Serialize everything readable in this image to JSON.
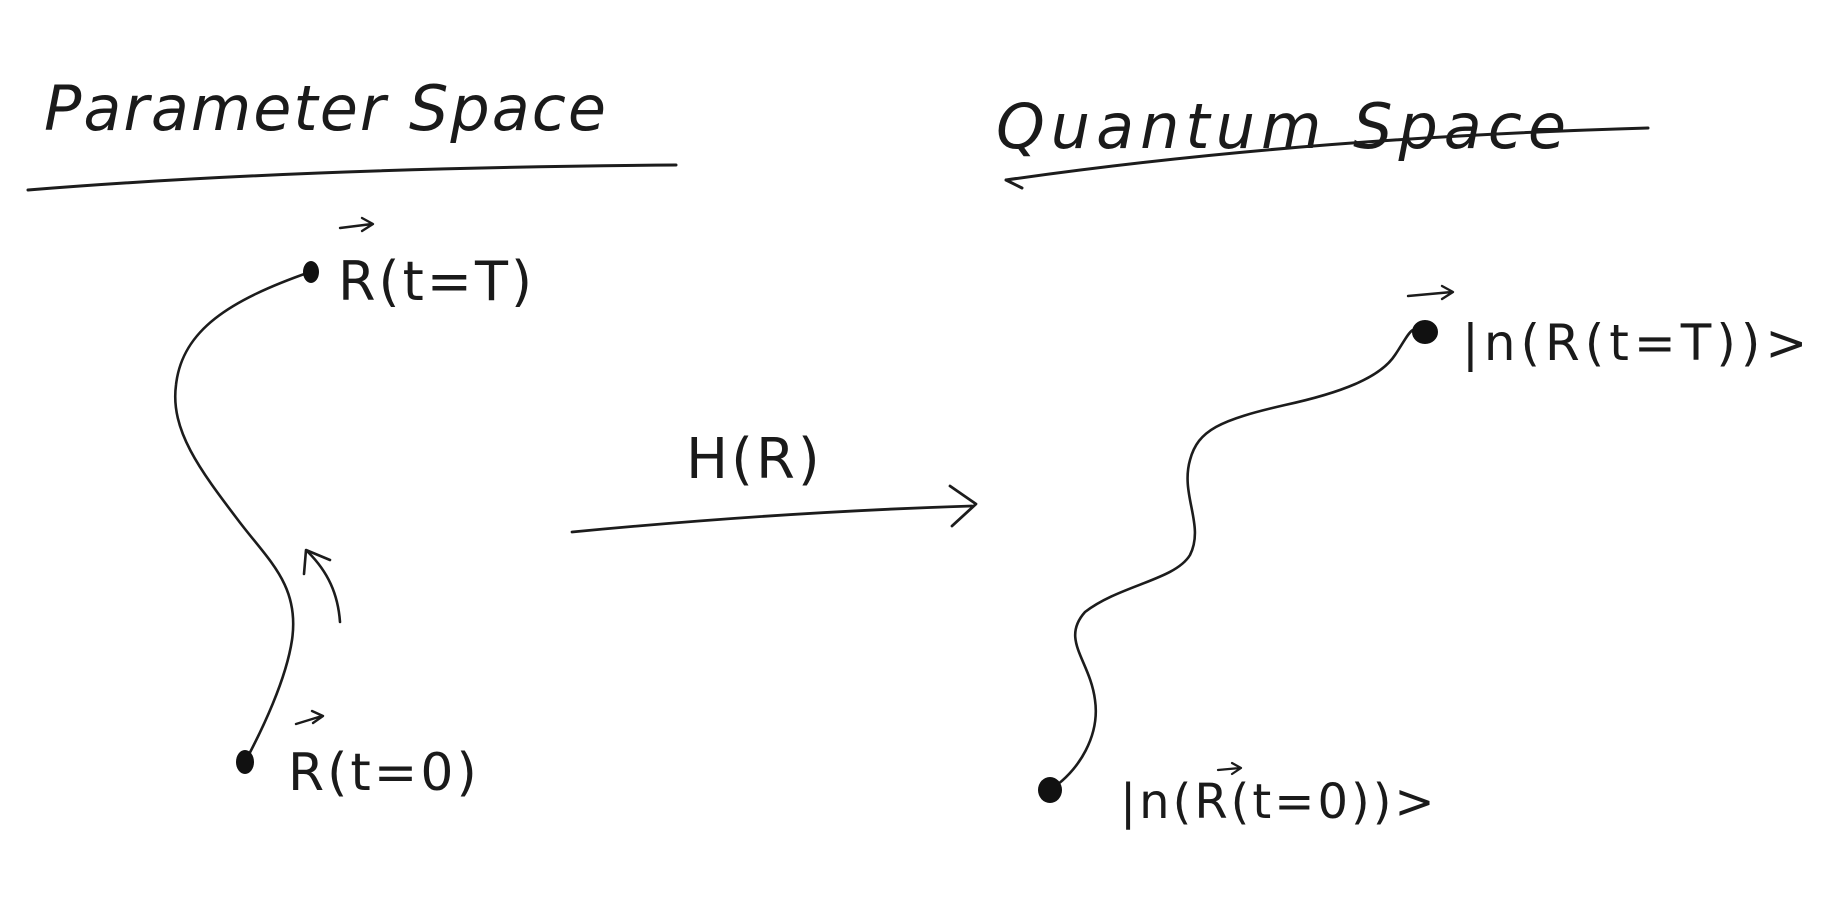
{
  "parameter_space": {
    "title": "Parameter Space",
    "start_label": "R(t=0)",
    "end_label": "R(t=T)"
  },
  "quantum_space": {
    "title": "Quantum Space",
    "start_label": "|n(R(t=0))>",
    "end_label": "|n(R(t=T))>"
  },
  "mapping": {
    "label": "H(R)"
  }
}
